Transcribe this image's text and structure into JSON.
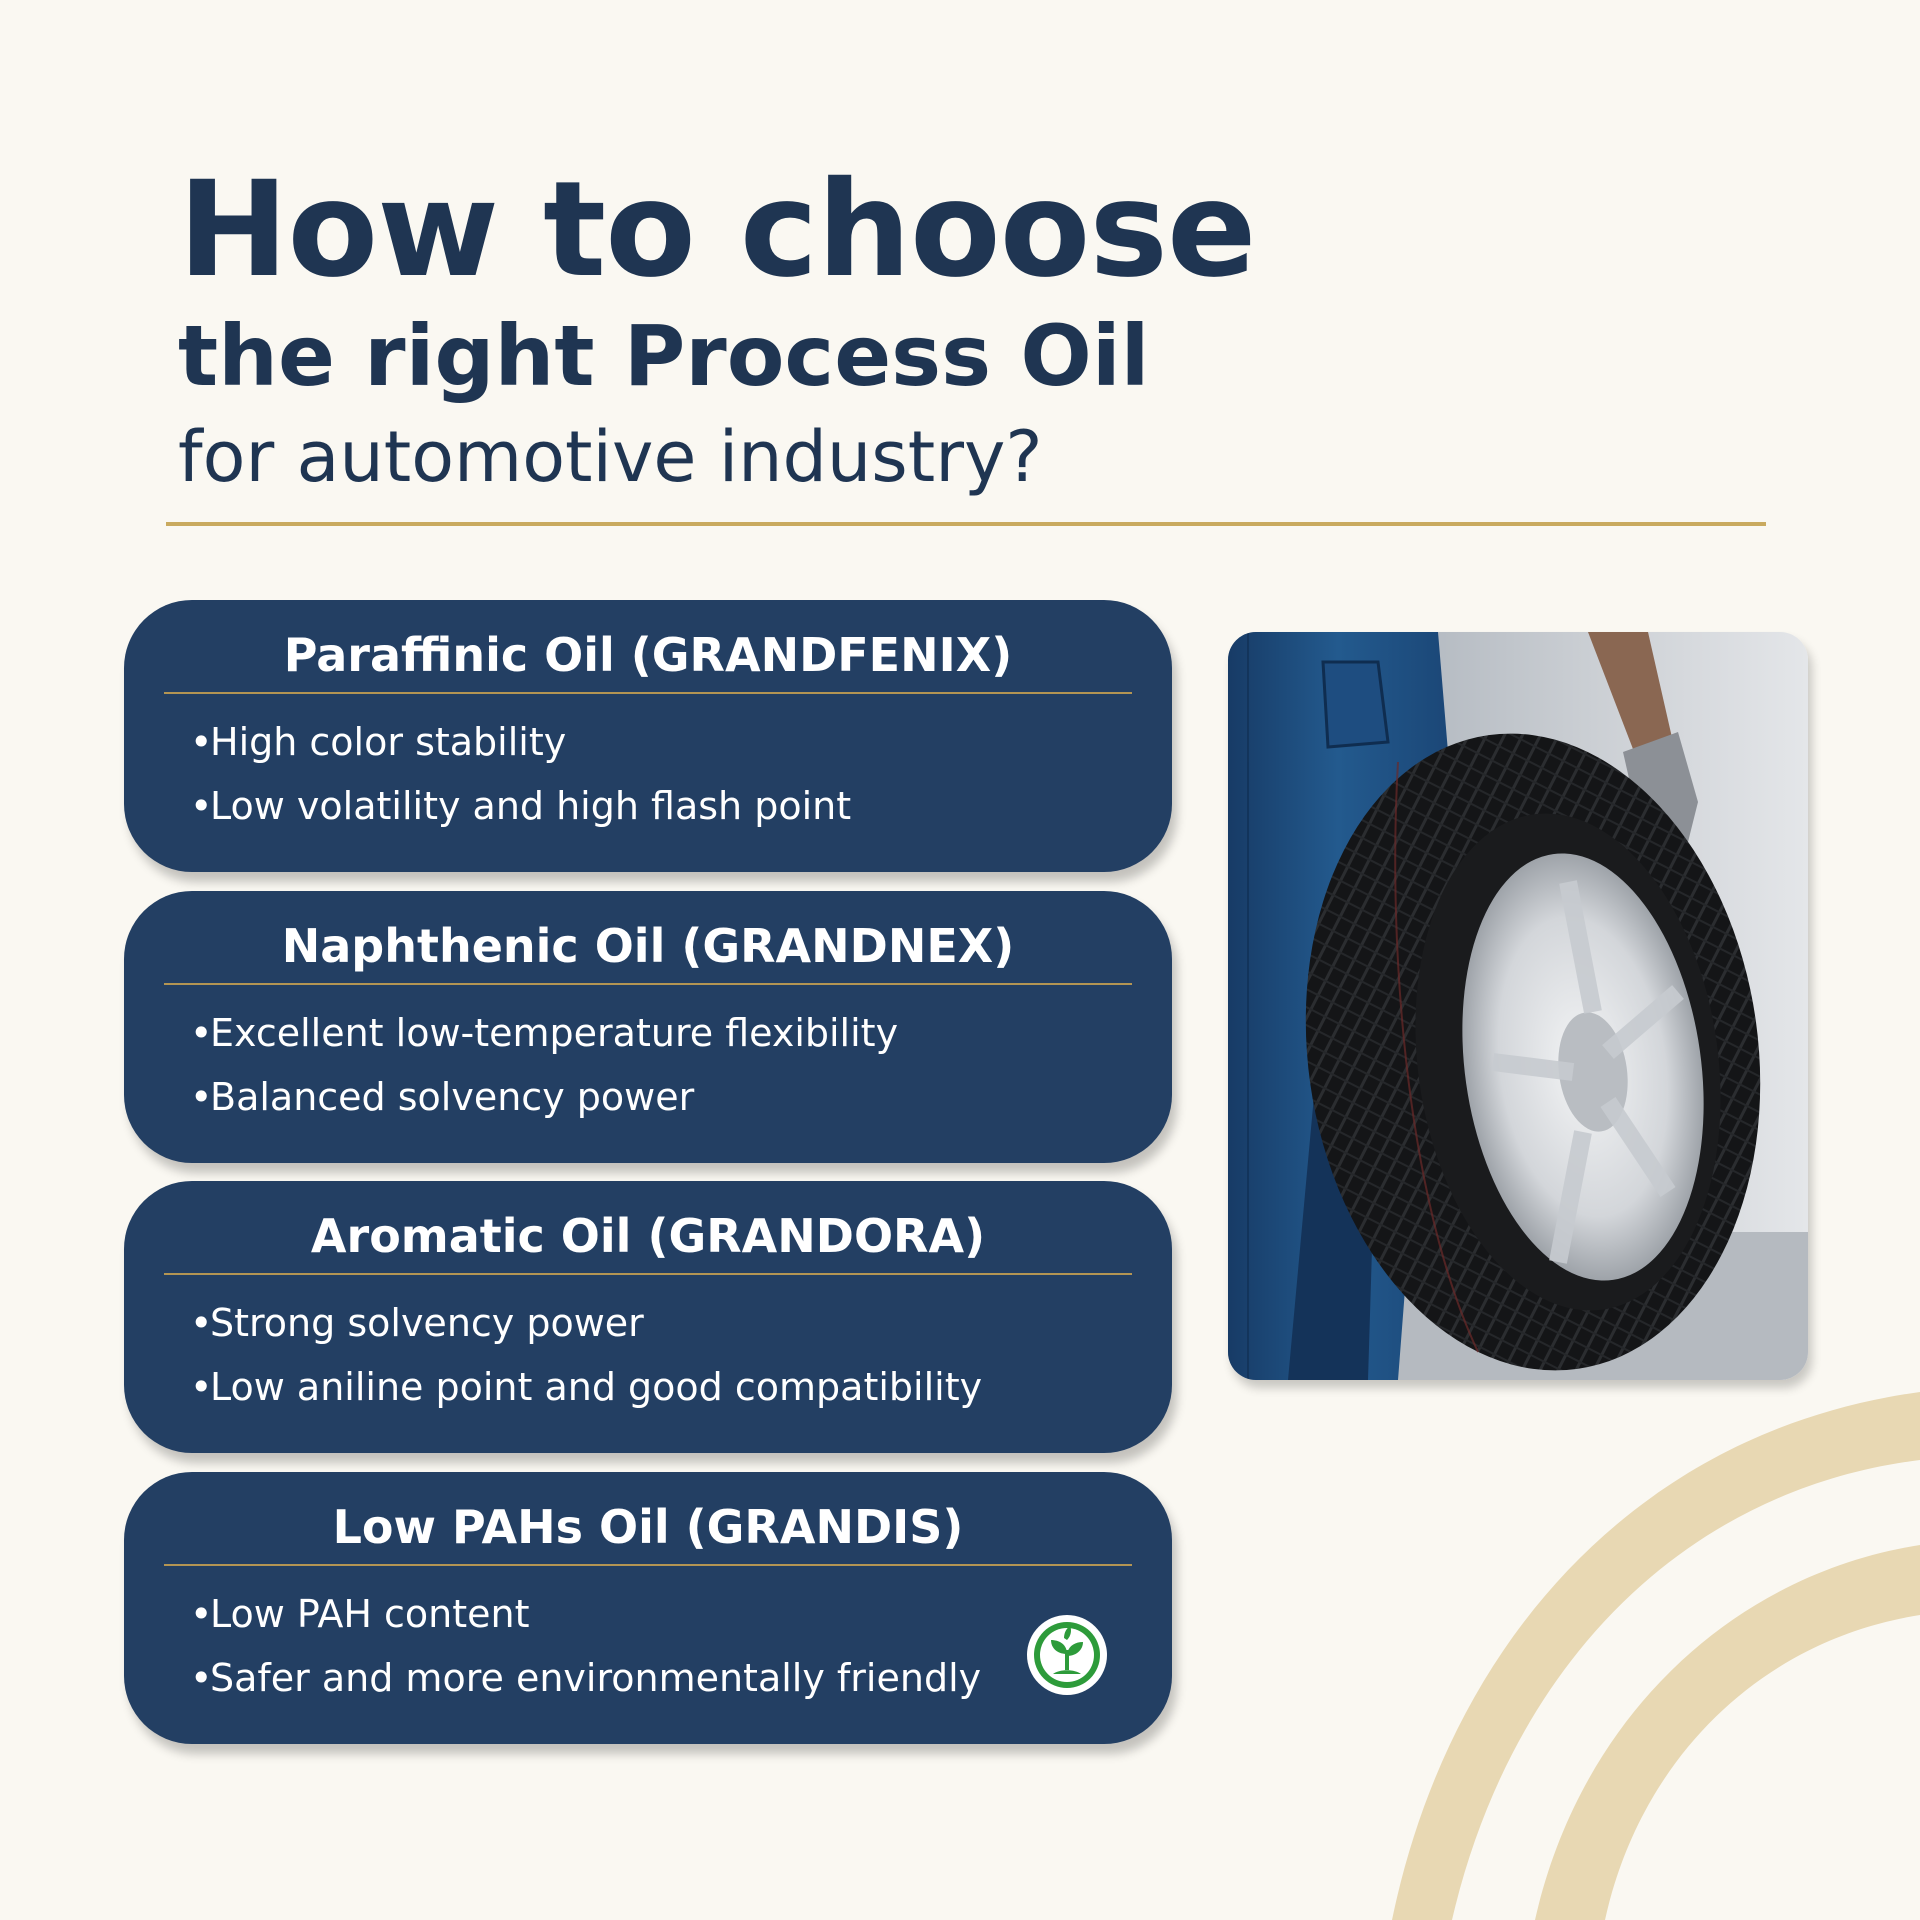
{
  "title": {
    "line1": "How to choose",
    "line2": "the right Process Oil",
    "line3": "for automotive industry?"
  },
  "cards": [
    {
      "title": "Paraffinic Oil (GRANDFENIX)",
      "bullets": [
        "High color stability",
        "Low volatility and high flash point"
      ]
    },
    {
      "title": "Naphthenic Oil (GRANDNEX)",
      "bullets": [
        "Excellent low-temperature flexibility",
        "Balanced solvency power"
      ]
    },
    {
      "title": "Aromatic Oil (GRANDORA)",
      "bullets": [
        "Strong solvency power",
        "Low aniline point and good compatibility"
      ]
    },
    {
      "title": "Low PAHs Oil (GRANDIS)",
      "bullets": [
        "Low PAH content",
        "Safer and more environmentally friendly"
      ],
      "icon": "eco-leaf-icon"
    }
  ],
  "bullet_char": "•",
  "photo": {
    "subject": "mechanic-holding-tire-image"
  },
  "colors": {
    "background": "#faf8f2",
    "navy": "#233f63",
    "title_text": "#1f3552",
    "gold": "#c9aa5f",
    "swoosh": "#e8d8b3",
    "eco_green": "#2d9b3a"
  }
}
